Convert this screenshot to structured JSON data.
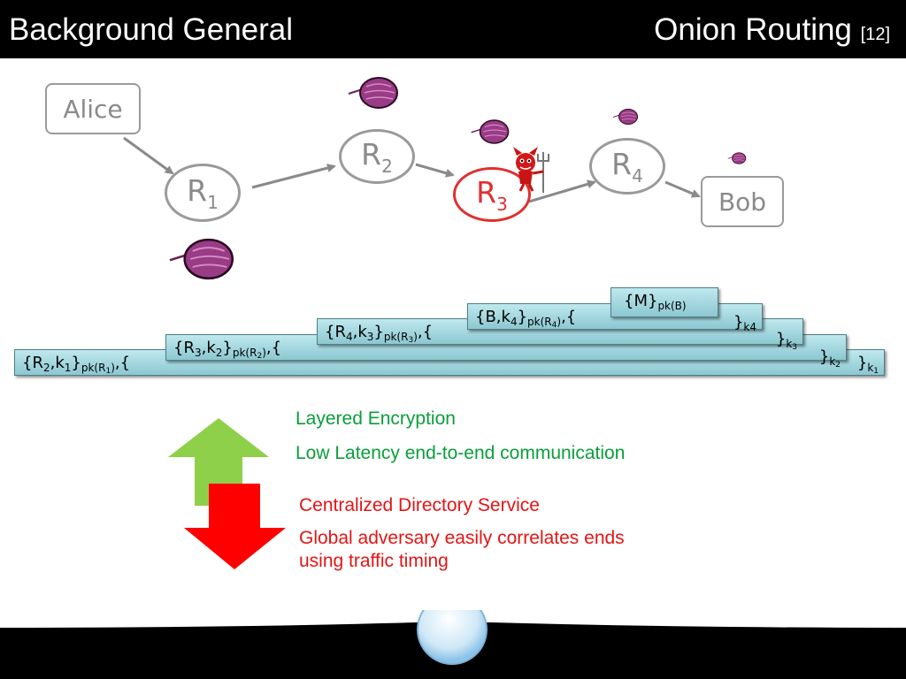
{
  "header": {
    "left_title": "Background General",
    "right_title": "Onion Routing",
    "reference": "[12]"
  },
  "nodes": {
    "alice": "Alice",
    "bob": "Bob",
    "r1": {
      "base": "R",
      "sub": "1"
    },
    "r2": {
      "base": "R",
      "sub": "2"
    },
    "r3": {
      "base": "R",
      "sub": "3"
    },
    "r4": {
      "base": "R",
      "sub": "4"
    }
  },
  "layers": {
    "l1": {
      "left": [
        "{R",
        "2",
        ",k",
        "1",
        "}",
        "pk(R",
        "1",
        ")",
        ",{"
      ],
      "right": [
        "}",
        "k",
        "1"
      ]
    },
    "l2": {
      "left": [
        "{R",
        "3",
        ",k",
        "2",
        "}",
        "pk(R",
        "2",
        ")",
        ",{"
      ],
      "right": [
        "}",
        "k",
        "2"
      ]
    },
    "l3": {
      "left": [
        "{R",
        "4",
        ",k",
        "3",
        "}",
        "pk(R",
        "3",
        ")",
        ",{"
      ],
      "right": [
        "}",
        "k",
        "3"
      ]
    },
    "l4": {
      "left": [
        "{B,k",
        "4",
        "}",
        "pk(R",
        "4",
        ")",
        ",{"
      ],
      "right": [
        "}",
        "k4"
      ]
    },
    "l5": {
      "text": "{M}",
      "sub": "pk(B)"
    }
  },
  "pros": [
    "Layered Encryption",
    "Low Latency end-to-end communication"
  ],
  "cons": [
    "Centralized Directory Service",
    "Global adversary easily correlates ends",
    "using traffic timing"
  ],
  "colors": {
    "pro": "#0a9e3a",
    "con": "#e41414",
    "layer": "#a6dbe2",
    "up_arrow": "#8ed04a",
    "down_arrow": "#ff0000"
  },
  "icons": [
    "onion-icon",
    "devil-icon",
    "up-arrow-icon",
    "down-arrow-icon",
    "bubble-icon"
  ]
}
